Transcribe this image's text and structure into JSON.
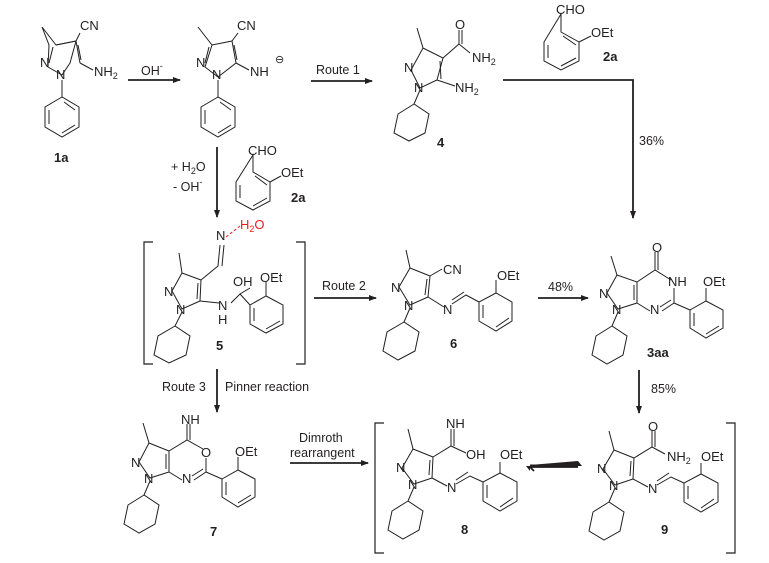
{
  "scheme": {
    "compounds": [
      {
        "id": "1a",
        "label": "1a",
        "groups": [
          "CN",
          "NH2",
          "N",
          "N"
        ]
      },
      {
        "id": "anion",
        "label": "",
        "groups": [
          "CN",
          "NH",
          "N",
          "N"
        ],
        "charge": "⊖"
      },
      {
        "id": "4",
        "label": "4",
        "groups": [
          "O",
          "NH2",
          "NH2",
          "N",
          "N"
        ]
      },
      {
        "id": "2a_top",
        "label": "2a",
        "groups": [
          "CHO",
          "OEt"
        ]
      },
      {
        "id": "2a_mid",
        "label": "2a",
        "groups": [
          "CHO",
          "OEt"
        ]
      },
      {
        "id": "5",
        "label": "5",
        "groups": [
          "N",
          "H2O",
          "OH",
          "OEt",
          "N",
          "H",
          "N",
          "N"
        ]
      },
      {
        "id": "6",
        "label": "6",
        "groups": [
          "CN",
          "OEt",
          "N",
          "N",
          "N"
        ]
      },
      {
        "id": "3aa",
        "label": "3aa",
        "groups": [
          "O",
          "NH",
          "OEt",
          "N",
          "N",
          "N"
        ]
      },
      {
        "id": "7",
        "label": "7",
        "groups": [
          "NH",
          "O",
          "OEt",
          "N",
          "N",
          "N"
        ]
      },
      {
        "id": "8",
        "label": "8",
        "groups": [
          "NH",
          "OH",
          "OEt",
          "N",
          "N",
          "N"
        ]
      },
      {
        "id": "9",
        "label": "9",
        "groups": [
          "O",
          "NH2",
          "OEt",
          "N",
          "N",
          "N"
        ]
      }
    ],
    "arrows": {
      "a1": {
        "label": "OH",
        "sup": "-"
      },
      "route1": {
        "label": "Route 1"
      },
      "to3aa_top": {
        "label": "36%"
      },
      "down_to5": {
        "line1": "+ H",
        "line1_sub": "2",
        "line1_end": "O",
        "line2": "- OH",
        "line2_sup": "-"
      },
      "route2": {
        "label": "Route 2"
      },
      "to3aa_mid": {
        "label": "48%"
      },
      "to9": {
        "label": "85%"
      },
      "route3_left": {
        "label": "Route 3"
      },
      "route3_right": {
        "label": "Pinner reaction"
      },
      "dimroth": {
        "line1": "Dimroth",
        "line2": "rearrangent"
      }
    },
    "text": {
      "CN": "CN",
      "NH2": "NH",
      "sub2": "2",
      "NH": "NH",
      "N": "N",
      "O": "O",
      "OH": "OH",
      "OEt": "OEt",
      "CHO": "CHO",
      "H": "H",
      "H2O_H": "H",
      "H2O_O": "O",
      "minus": "⊖"
    },
    "colors": {
      "ink": "#231f20",
      "highlight": "#e8211d"
    }
  }
}
